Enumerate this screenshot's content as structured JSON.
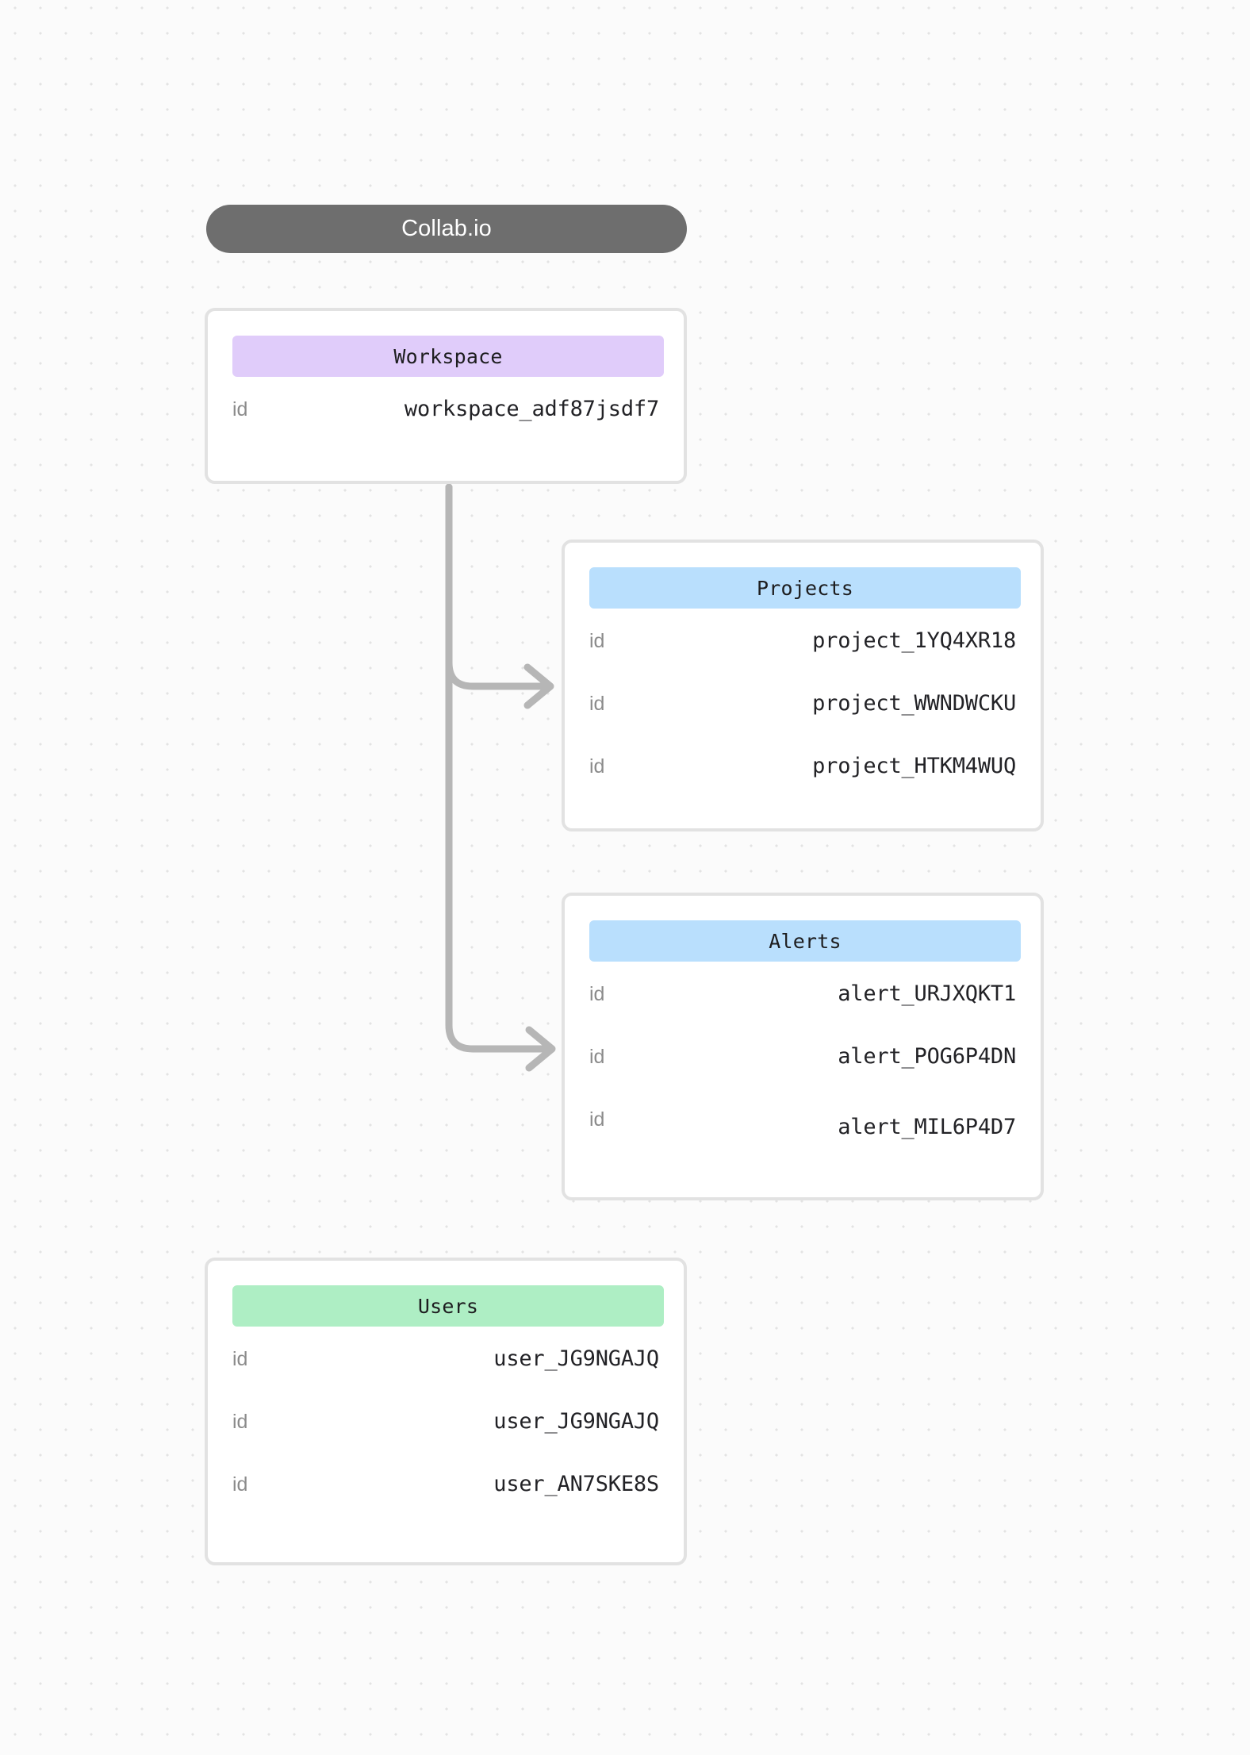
{
  "diagram": {
    "title": "Collab.io",
    "background": {
      "style": "dotted-grid",
      "page_color": "#fbfbfb",
      "dot_color": "#e3e3e3"
    },
    "colors": {
      "title_pill": "#6e6e6e",
      "workspace_header": "#e0ccfa",
      "projects_header": "#b9dffd",
      "alerts_header": "#b9dffd",
      "users_header": "#aeeec4",
      "card_border": "#e2e2e2",
      "connector": "#b6b6b6",
      "key_text": "#8b8b8b",
      "value_text": "#222226"
    }
  },
  "entities": {
    "workspace": {
      "name": "Workspace",
      "rows": [
        {
          "key": "id",
          "value": "workspace_adf87jsdf7"
        }
      ]
    },
    "projects": {
      "name": "Projects",
      "rows": [
        {
          "key": "id",
          "value": "project_1YQ4XR18"
        },
        {
          "key": "id",
          "value": "project_WWNDWCKU"
        },
        {
          "key": "id",
          "value": "project_HTKM4WUQ"
        }
      ]
    },
    "alerts": {
      "name": "Alerts",
      "rows": [
        {
          "key": "id",
          "value": "alert_URJXQKT1"
        },
        {
          "key": "id",
          "value": "alert_POG6P4DN"
        },
        {
          "key": "id",
          "value": "alert_MIL6P4D7"
        }
      ]
    },
    "users": {
      "name": "Users",
      "rows": [
        {
          "key": "id",
          "value": "user_JG9NGAJQ"
        },
        {
          "key": "id",
          "value": "user_JG9NGAJQ"
        },
        {
          "key": "id",
          "value": "user_AN7SKE8S"
        }
      ]
    }
  },
  "connections": [
    {
      "from": "workspace",
      "to": "projects"
    },
    {
      "from": "workspace",
      "to": "alerts"
    }
  ]
}
